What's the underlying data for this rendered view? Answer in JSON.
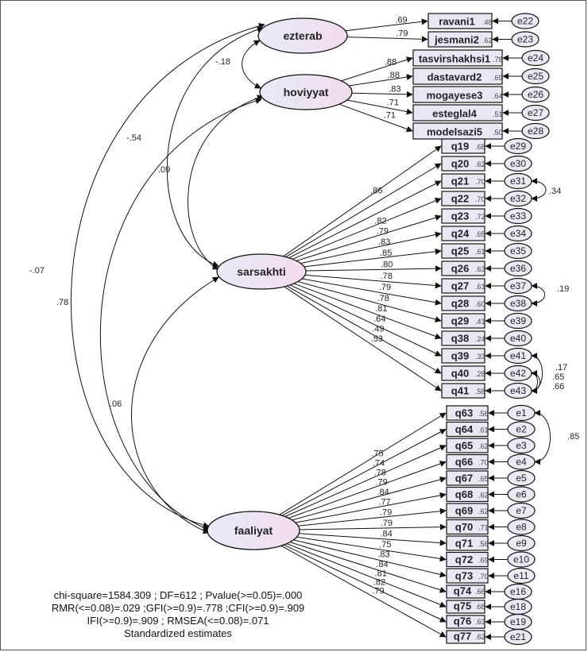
{
  "latents": [
    {
      "id": "ezterab",
      "label": "ezterab"
    },
    {
      "id": "hoviyyat",
      "label": "hoviyyat"
    },
    {
      "id": "sarsakhti",
      "label": "sarsakhti"
    },
    {
      "id": "faaliyat",
      "label": "faaliyat"
    }
  ],
  "indicators": [
    {
      "label": "ravani1",
      "error": "e22",
      "latent": "ezterab",
      "loading": ".69",
      "r2": ".48"
    },
    {
      "label": "jesmani2",
      "error": "e23",
      "latent": "ezterab",
      "loading": ".79",
      "r2": ".62"
    },
    {
      "label": "tasvirshakhsi1",
      "error": "e24",
      "latent": "hoviyyat",
      "loading": ".88",
      "r2": ".78"
    },
    {
      "label": "dastavard2",
      "error": "e25",
      "latent": "hoviyyat",
      "loading": ".88",
      "r2": ".69"
    },
    {
      "label": "mogayese3",
      "error": "e26",
      "latent": "hoviyyat",
      "loading": ".83",
      "r2": ".64"
    },
    {
      "label": "esteglal4",
      "error": "e27",
      "latent": "hoviyyat",
      "loading": ".71",
      "r2": ".51"
    },
    {
      "label": "modelsazi5",
      "error": "e28",
      "latent": "hoviyyat",
      "loading": ".71",
      "r2": ".50"
    },
    {
      "label": "q19",
      "error": "e29",
      "latent": "sarsakhti",
      "loading": ".86",
      "r2": ".68"
    },
    {
      "label": "q20",
      "error": "e30",
      "latent": "sarsakhti",
      "loading": "",
      "r2": ".62"
    },
    {
      "label": "q21",
      "error": "e31",
      "latent": "sarsakhti",
      "loading": "",
      "r2": ".70"
    },
    {
      "label": "q22",
      "error": "e32",
      "latent": "sarsakhti",
      "loading": ".82",
      "r2": ".70"
    },
    {
      "label": "q23",
      "error": "e33",
      "latent": "sarsakhti",
      "loading": ".79",
      "r2": ".72"
    },
    {
      "label": "q24",
      "error": "e34",
      "latent": "sarsakhti",
      "loading": ".83",
      "r2": ".65"
    },
    {
      "label": "q25",
      "error": "e35",
      "latent": "sarsakhti",
      "loading": ".85",
      "r2": ".61"
    },
    {
      "label": "q26",
      "error": "e36",
      "latent": "sarsakhti",
      "loading": ".80",
      "r2": ".63"
    },
    {
      "label": "q27",
      "error": "e37",
      "latent": "sarsakhti",
      "loading": ".78",
      "r2": ".61"
    },
    {
      "label": "q28",
      "error": "e38",
      "latent": "sarsakhti",
      "loading": ".79",
      "r2": ".60"
    },
    {
      "label": "q29",
      "error": "e39",
      "latent": "sarsakhti",
      "loading": ".78",
      "r2": ".41"
    },
    {
      "label": "q38",
      "error": "e40",
      "latent": "sarsakhti",
      "loading": ".81",
      "r2": ".24"
    },
    {
      "label": "q39",
      "error": "e41",
      "latent": "sarsakhti",
      "loading": ".64",
      "r2": ".33"
    },
    {
      "label": "q40",
      "error": "e42",
      "latent": "sarsakhti",
      "loading": ".49",
      "r2": ".28"
    },
    {
      "label": "q41",
      "error": "e43",
      "latent": "sarsakhti",
      "loading": ".53",
      "r2": ".58"
    },
    {
      "label": "q63",
      "error": "e1",
      "latent": "faaliyat",
      "loading": ".75",
      "r2": ".56"
    },
    {
      "label": "q64",
      "error": "e2",
      "latent": "faaliyat",
      "loading": ".74",
      "r2": ".61"
    },
    {
      "label": "q65",
      "error": "e3",
      "latent": "faaliyat",
      "loading": ".78",
      "r2": ".62"
    },
    {
      "label": "q66",
      "error": "e4",
      "latent": "faaliyat",
      "loading": ".79",
      "r2": ".70"
    },
    {
      "label": "q67",
      "error": "e5",
      "latent": "faaliyat",
      "loading": ".84",
      "r2": ".65"
    },
    {
      "label": "q68",
      "error": "e6",
      "latent": "faaliyat",
      "loading": ".77",
      "r2": ".62"
    },
    {
      "label": "q69",
      "error": "e7",
      "latent": "faaliyat",
      "loading": ".79",
      "r2": ".62"
    },
    {
      "label": "q70",
      "error": "e8",
      "latent": "faaliyat",
      "loading": ".79",
      "r2": ".71"
    },
    {
      "label": "q71",
      "error": "e9",
      "latent": "faaliyat",
      "loading": ".84",
      "r2": ".56"
    },
    {
      "label": "q72",
      "error": "e10",
      "latent": "faaliyat",
      "loading": ".75",
      "r2": ".69"
    },
    {
      "label": "q73",
      "error": "e11",
      "latent": "faaliyat",
      "loading": ".83",
      "r2": ".70"
    },
    {
      "label": "q74",
      "error": "e16",
      "latent": "faaliyat",
      "loading": ".84",
      "r2": ".66"
    },
    {
      "label": "q75",
      "error": "e18",
      "latent": "faaliyat",
      "loading": ".81",
      "r2": ".68"
    },
    {
      "label": "q76",
      "error": "e19",
      "latent": "faaliyat",
      "loading": ".82",
      "r2": ".63"
    },
    {
      "label": "q77",
      "error": "e21",
      "latent": "faaliyat",
      "loading": ".79",
      "r2": ".62"
    }
  ],
  "correlations": [
    {
      "from": "ezterab",
      "to": "hoviyyat",
      "value": "-.18"
    },
    {
      "from": "ezterab",
      "to": "sarsakhti",
      "value": "-.54"
    },
    {
      "from": "hoviyyat",
      "to": "sarsakhti",
      "value": ".09"
    },
    {
      "from": "ezterab",
      "to": "faaliyat",
      "value": "-.07"
    },
    {
      "from": "hoviyyat",
      "to": "faaliyat",
      "value": ".78"
    },
    {
      "from": "sarsakhti",
      "to": "faaliyat",
      "value": ".06"
    }
  ],
  "error_covariances": [
    {
      "a": "e31",
      "b": "e32",
      "value": ".34"
    },
    {
      "a": "e37",
      "b": "e38",
      "value": ".19"
    },
    {
      "a": "e1",
      "b": "e4",
      "value": ".85"
    },
    {
      "a": "e41",
      "b": "e43",
      "value": ".17"
    },
    {
      "a": "e42",
      "b": "e43",
      "value": ".65"
    },
    {
      "a": "e42",
      "b": "e43b",
      "value": ".66"
    }
  ],
  "fit": {
    "line1": "chi-square=1584.309 ; DF=612 ; Pvalue(>=0.05)=.000",
    "line2": "RMR(<=0.08)=.029 ;GFI(>=0.9)=.778 ;CFI(>=0.9)=.909",
    "line3": "IFI(>=0.9)=.909 ; RMSEA(<=0.08)=.071",
    "line4": "Standardized estimates"
  }
}
